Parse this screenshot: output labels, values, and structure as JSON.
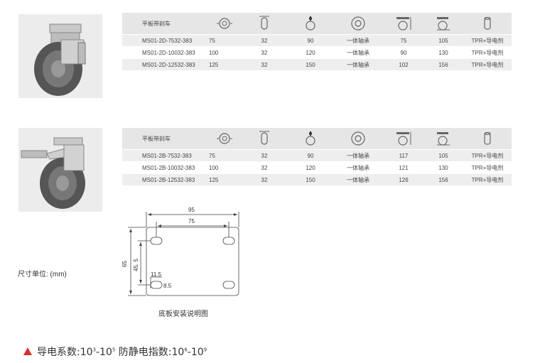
{
  "products": [
    {
      "photo_icon": "caster-with-side-brake-photo",
      "table": {
        "header_label": "平板带刹车",
        "header_icons": [
          "wheel-diameter-icon",
          "tread-width-icon",
          "load-capacity-icon",
          "bearing-icon",
          "mounting-height-icon",
          "swivel-radius-icon",
          "material-icon"
        ],
        "rows": [
          [
            "MS01-2D-7532-383",
            "75",
            "32",
            "90",
            "一体轴承",
            "75",
            "105",
            "TPR+导电剂"
          ],
          [
            "MS01-2D-10032-383",
            "100",
            "32",
            "120",
            "一体轴承",
            "90",
            "130",
            "TPR+导电剂"
          ],
          [
            "MS01-2D-12532-383",
            "125",
            "32",
            "150",
            "一体轴承",
            "102",
            "156",
            "TPR+导电剂"
          ]
        ]
      }
    },
    {
      "photo_icon": "caster-with-front-brake-photo",
      "table": {
        "header_label": "平板带刹车",
        "header_icons": [
          "wheel-diameter-icon",
          "tread-width-icon",
          "load-capacity-icon",
          "bearing-icon",
          "mounting-height-icon",
          "swivel-radius-icon",
          "material-icon"
        ],
        "rows": [
          [
            "MS01-2B-7532-383",
            "75",
            "32",
            "90",
            "一体轴承",
            "117",
            "105",
            "TPR+导电剂"
          ],
          [
            "MS01-2B-10032-383",
            "100",
            "32",
            "120",
            "一体轴承",
            "121",
            "130",
            "TPR+导电剂"
          ],
          [
            "MS01-2B-12532-383",
            "125",
            "32",
            "150",
            "一体轴承",
            "126",
            "156",
            "TPR+导电剂"
          ]
        ]
      }
    }
  ],
  "dimension_unit_label": "尺寸单位: (mm)",
  "plate_drawing": {
    "dim_outer_width": "95",
    "dim_hole_spacing_x": "75",
    "dim_outer_height": "65",
    "dim_hole_spacing_y": "45. 5",
    "dim_slot_length": "11.5",
    "dim_slot_width": "8.5",
    "caption": "底板安装说明图"
  },
  "footnote": {
    "conductive_label": "导电系数:10",
    "conductive_exp1": "3",
    "conductive_mid": "-10",
    "conductive_exp2": "5",
    "antistatic_label": " 防静电指数:10",
    "antistatic_exp1": "6",
    "antistatic_mid": "-10",
    "antistatic_exp2": "9",
    "warning_color": "#e02a2a"
  }
}
